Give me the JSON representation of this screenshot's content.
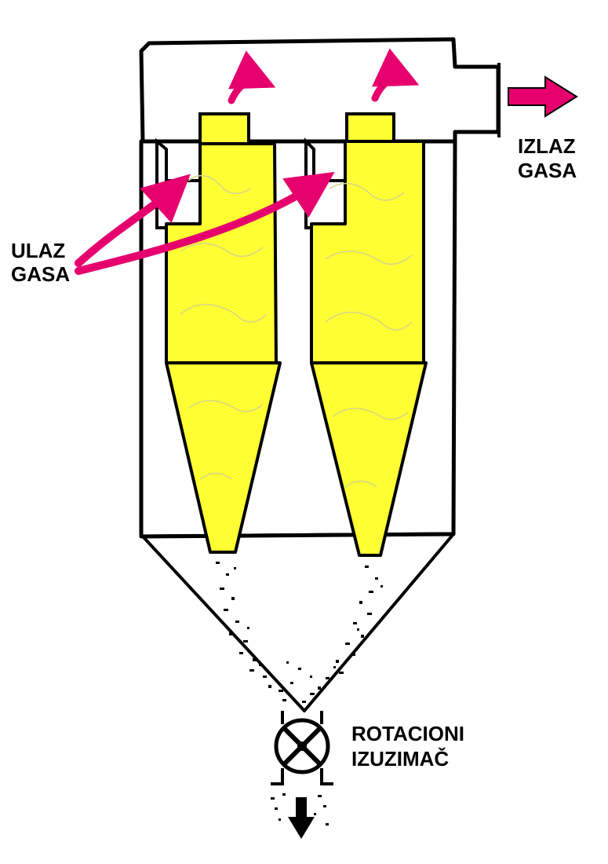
{
  "labels": {
    "gas_inlet": [
      "ULAZ",
      "GASA"
    ],
    "gas_outlet": [
      "IZLAZ",
      "GASA"
    ],
    "rotary_valve": [
      "ROTACIONI",
      "IZUZIMAČ"
    ]
  },
  "colors": {
    "cyclone_fill": "#ffff33",
    "flow_arrow": "#e6006e",
    "outline": "#000000",
    "background": "#ffffff"
  }
}
